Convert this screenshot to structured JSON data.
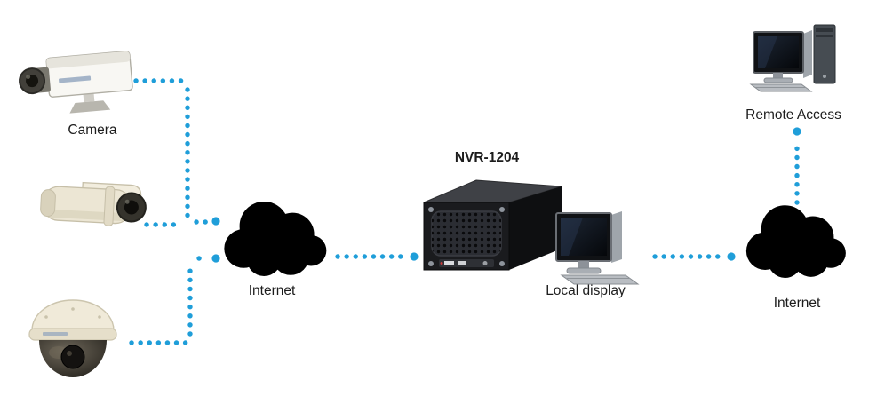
{
  "diagram": {
    "accent_color": "#29abe2",
    "nodes": [
      {
        "id": "camera-box",
        "icon": "box-camera-icon",
        "label": "Camera"
      },
      {
        "id": "camera-bullet",
        "icon": "bullet-camera-icon"
      },
      {
        "id": "camera-dome",
        "icon": "dome-camera-icon"
      },
      {
        "id": "internet-left",
        "icon": "cloud-icon",
        "label": "Internet"
      },
      {
        "id": "nvr",
        "icon": "nvr-icon",
        "label": "NVR-1204"
      },
      {
        "id": "local-display",
        "icon": "monitor-keyboard-icon",
        "label": "Local display"
      },
      {
        "id": "internet-right",
        "icon": "cloud-icon",
        "label": "Internet"
      },
      {
        "id": "remote-access",
        "icon": "desktop-computer-icon",
        "label": "Remote Access"
      }
    ]
  }
}
